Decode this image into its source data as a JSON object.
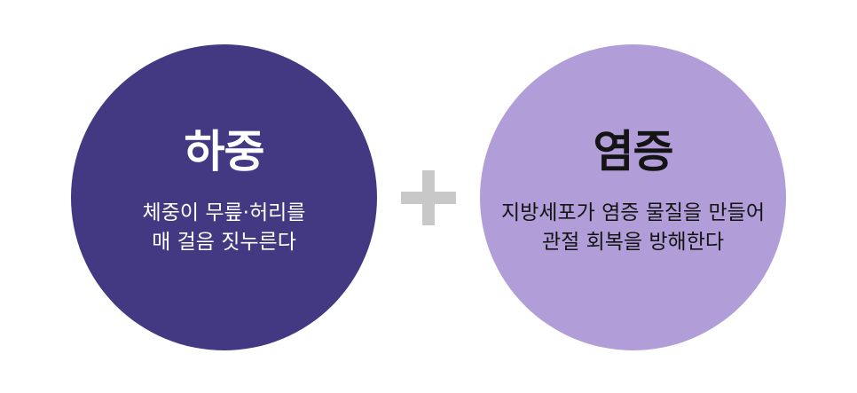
{
  "left_circle": {
    "title": "하중",
    "line1": "체중이 무릎·허리를",
    "line2": "매 걸음 짓누른다",
    "color": "#433983"
  },
  "right_circle": {
    "title": "염증",
    "line1": "지방세포가 염증 물질을 만들어",
    "line2": "관절 회복을 방해한다",
    "color": "#b19dd8"
  },
  "connector": {
    "icon": "plus-icon",
    "color": "#c8c8c8"
  }
}
